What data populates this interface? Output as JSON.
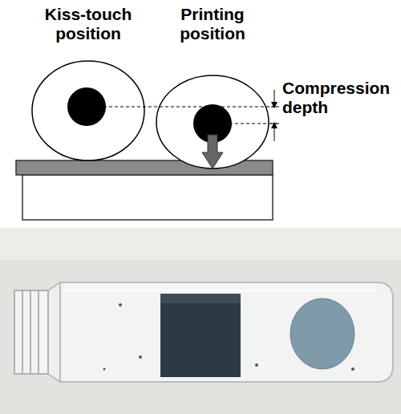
{
  "diagram": {
    "labels": [
      "Kiss-touch position",
      "Printing position",
      "Compression depth"
    ]
  }
}
